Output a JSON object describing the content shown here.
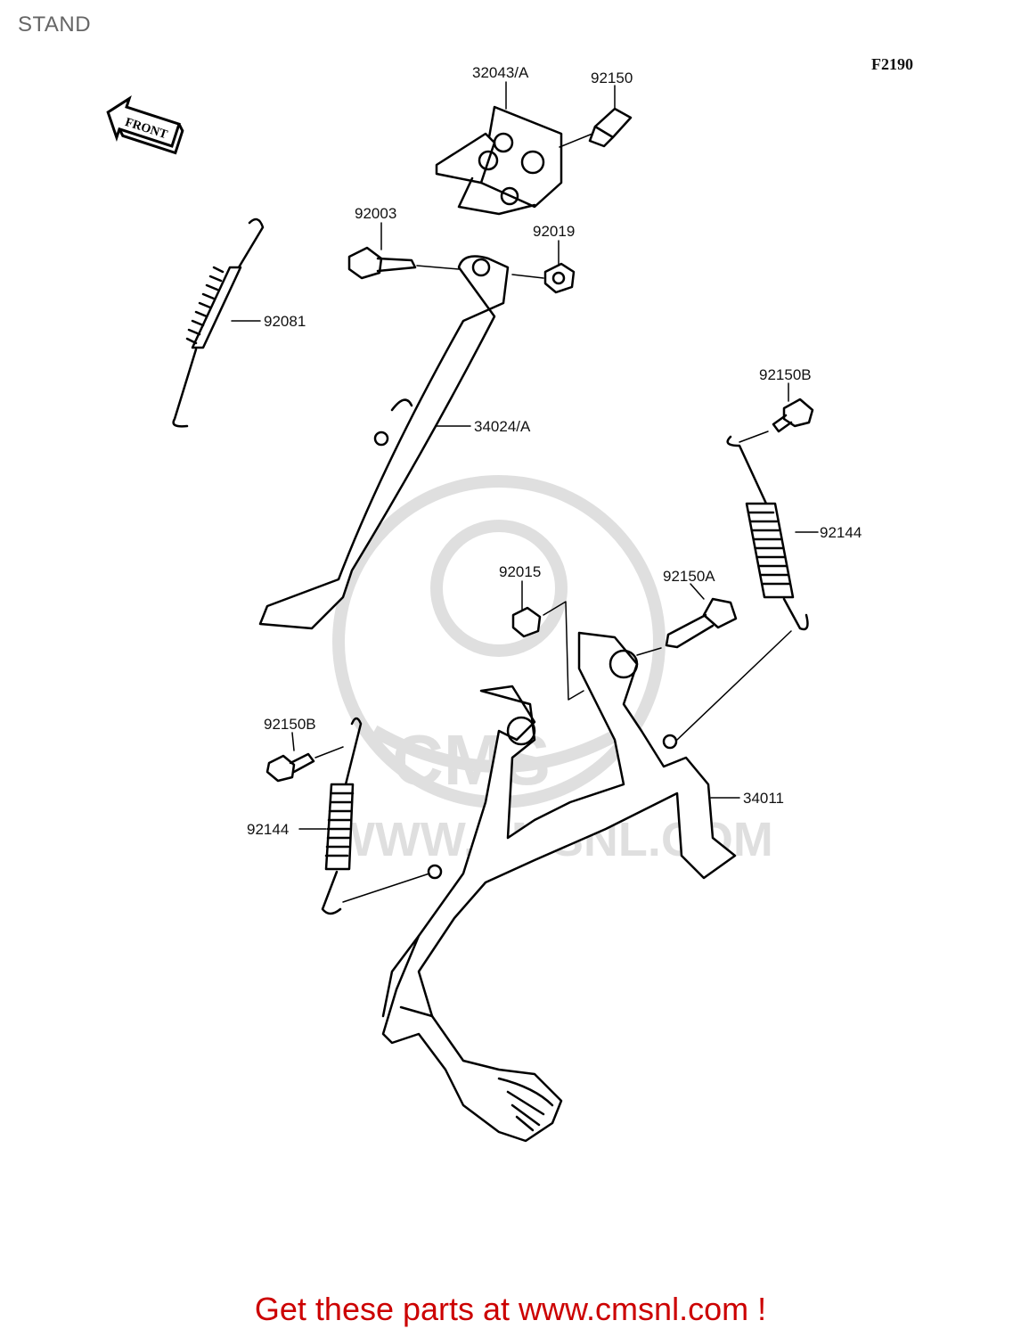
{
  "page": {
    "title": "STAND",
    "figure_code": "F2190",
    "front_label": "FRONT",
    "promo_text": "Get these parts at www.cmsnl.com !",
    "watermark_text": "WWW.CMSNL.COM",
    "watermark_logo": "CMS",
    "promo_color": "#cc0000"
  },
  "parts": [
    {
      "id": "p1",
      "number": "32043/A"
    },
    {
      "id": "p2",
      "number": "92150"
    },
    {
      "id": "p3",
      "number": "92003"
    },
    {
      "id": "p4",
      "number": "92019"
    },
    {
      "id": "p5",
      "number": "92081"
    },
    {
      "id": "p6",
      "number": "34024/A"
    },
    {
      "id": "p7",
      "number": "92150B"
    },
    {
      "id": "p8",
      "number": "92144"
    },
    {
      "id": "p9",
      "number": "92015"
    },
    {
      "id": "p10",
      "number": "92150A"
    },
    {
      "id": "p11",
      "number": "92150B"
    },
    {
      "id": "p12",
      "number": "92144"
    },
    {
      "id": "p13",
      "number": "34011"
    }
  ]
}
